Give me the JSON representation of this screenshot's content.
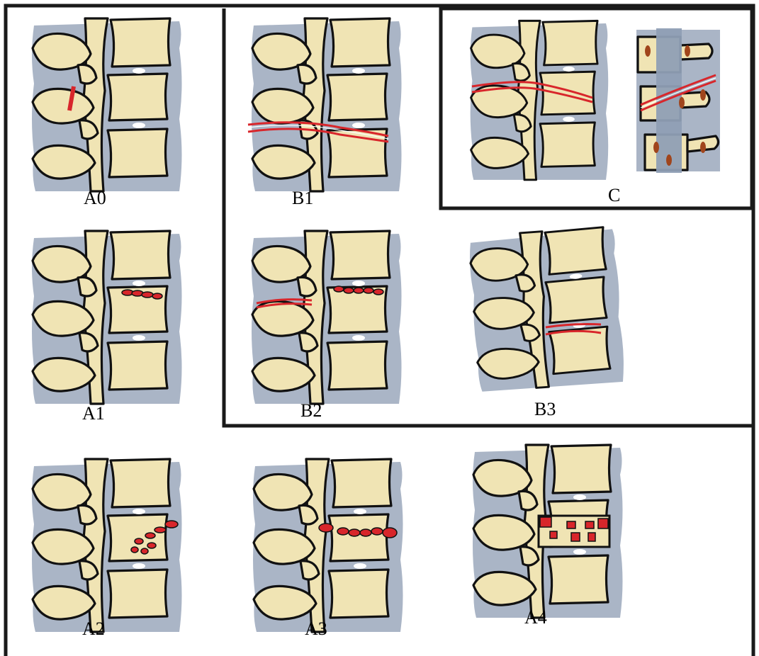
{
  "figure": {
    "colors": {
      "ligament": "#aab5c6",
      "bone": "#f0e4b4",
      "outline": "#111111",
      "fracture": "#d8262b",
      "frame": "#1a1a1a",
      "canal": "#8f9fb5",
      "pedicle_mark": "#a0451c"
    },
    "panels": [
      {
        "id": "A0",
        "label": "A0",
        "injury": "minor"
      },
      {
        "id": "A1",
        "label": "A1",
        "injury": "wedge"
      },
      {
        "id": "A2",
        "label": "A2",
        "injury": "split"
      },
      {
        "id": "A3",
        "label": "A3",
        "injury": "incomplete-burst"
      },
      {
        "id": "A4",
        "label": "A4",
        "injury": "complete-burst"
      },
      {
        "id": "B1",
        "label": "B1",
        "injury": "bony-tension-band"
      },
      {
        "id": "B2",
        "label": "B2",
        "injury": "posterior-tension-band"
      },
      {
        "id": "B3",
        "label": "B3",
        "injury": "hyperextension"
      },
      {
        "id": "C",
        "label": "C",
        "injury": "translation"
      }
    ]
  }
}
